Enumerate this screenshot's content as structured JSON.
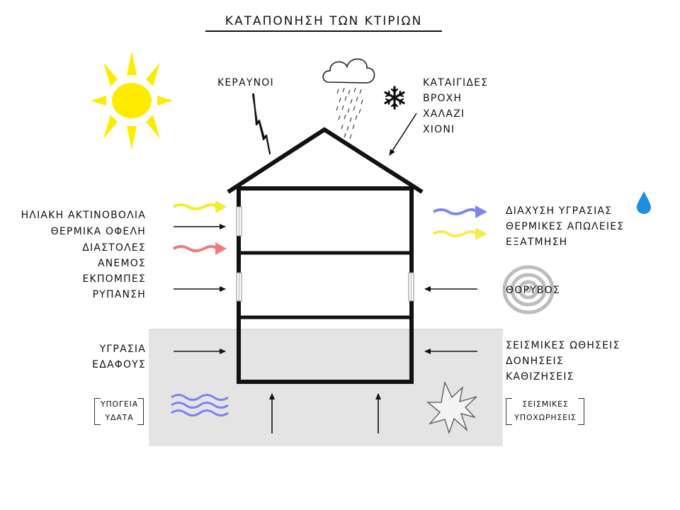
{
  "title": "ΚΑΤΑΠΟΝΗΣΗ ΤΩΝ ΚΤΙΡΙΩΝ",
  "labels": {
    "lightning": "ΚΕΡΑΥΝΟΙ",
    "storms": [
      "ΚΑΤΑΙΓΙΔΕΣ",
      "ΒΡΟΧΗ",
      "ΧΑΛΑΖΙ",
      "ΧΙΟΝΙ"
    ],
    "left_top": [
      "ΗΛΙΑΚΗ ΑΚΤΙΝΟΒΟΛΙΑ",
      "ΘΕΡΜΙΚΑ ΟΦΕΛΗ",
      "ΔΙΑΣΤΟΛΕΣ",
      "ΑΝΕΜΟΣ",
      "ΕΚΠΟΜΠΕΣ",
      "ΡΥΠΑΝΣΗ"
    ],
    "right_top": [
      "ΔΙΑΧΥΣΗ ΥΓΡΑΣΙΑΣ",
      "ΘΕΡΜΙΚΕΣ ΑΠΩΛΕΙΕΣ",
      "ΕΞΑΤΜΗΣΗ"
    ],
    "noise": "ΘΟΡΥΒΟΣ",
    "soil_moisture": [
      "ΥΓΡΑΣΙΑ",
      "ΕΔΑΦΟΥΣ"
    ],
    "seismic": [
      "ΣΕΙΣΜΙΚΕΣ ΩΘΗΣΕΙΣ",
      "ΔΟΝΗΣΕΙΣ",
      "ΚΑΘΙΖΗΣΕΙΣ"
    ],
    "groundwater": [
      "ΥΠΟΓΕΙΑ",
      "ΥΔΑΤΑ"
    ],
    "subsidence": [
      "ΣΕΙΣΜΙΚΕΣ",
      "ΥΠΟΧΩΡΗΣΕΙΣ"
    ]
  },
  "icons": {
    "sun": "sun-icon",
    "cloud": "rain-cloud-icon",
    "lightning": "lightning-bolt-icon",
    "snow": "snowflake-icon",
    "drop": "water-drop-icon",
    "noise": "noise-rings-icon",
    "waves": "water-waves-icon",
    "burst": "seismic-burst-icon"
  },
  "colors": {
    "sun": "#ffeb00",
    "solar_arrow": "#f2ee22",
    "expansion_arrow": "#f07a7a",
    "moisture_arrow": "#7d86f0",
    "thermal_loss_arrow": "#f4ee4a",
    "water_drop": "#1c8fe0",
    "waves": "#7c7ff2",
    "ground": "#e4e4e4",
    "noise": "#bdbdbd"
  }
}
